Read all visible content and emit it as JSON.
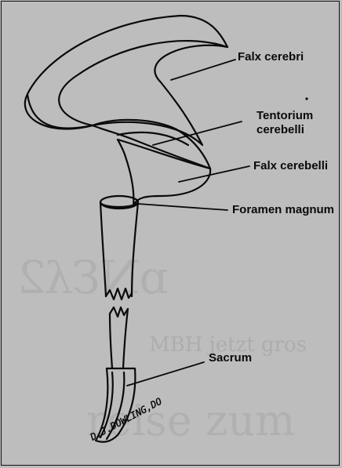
{
  "labels": {
    "falx_cerebri": "Falx cerebri",
    "tentorium_line1": "Tentorium",
    "tentorium_line2": "cerebelli",
    "falx_cerebelli": "Falx cerebelli",
    "foramen_magnum": "Foramen magnum",
    "sacrum": "Sacrum"
  },
  "signature": "D.J.DOWLING,DO",
  "colors": {
    "ink": "#0a0a0a",
    "paper": "#bdbdbd",
    "ghost": "#9a9a9a"
  }
}
